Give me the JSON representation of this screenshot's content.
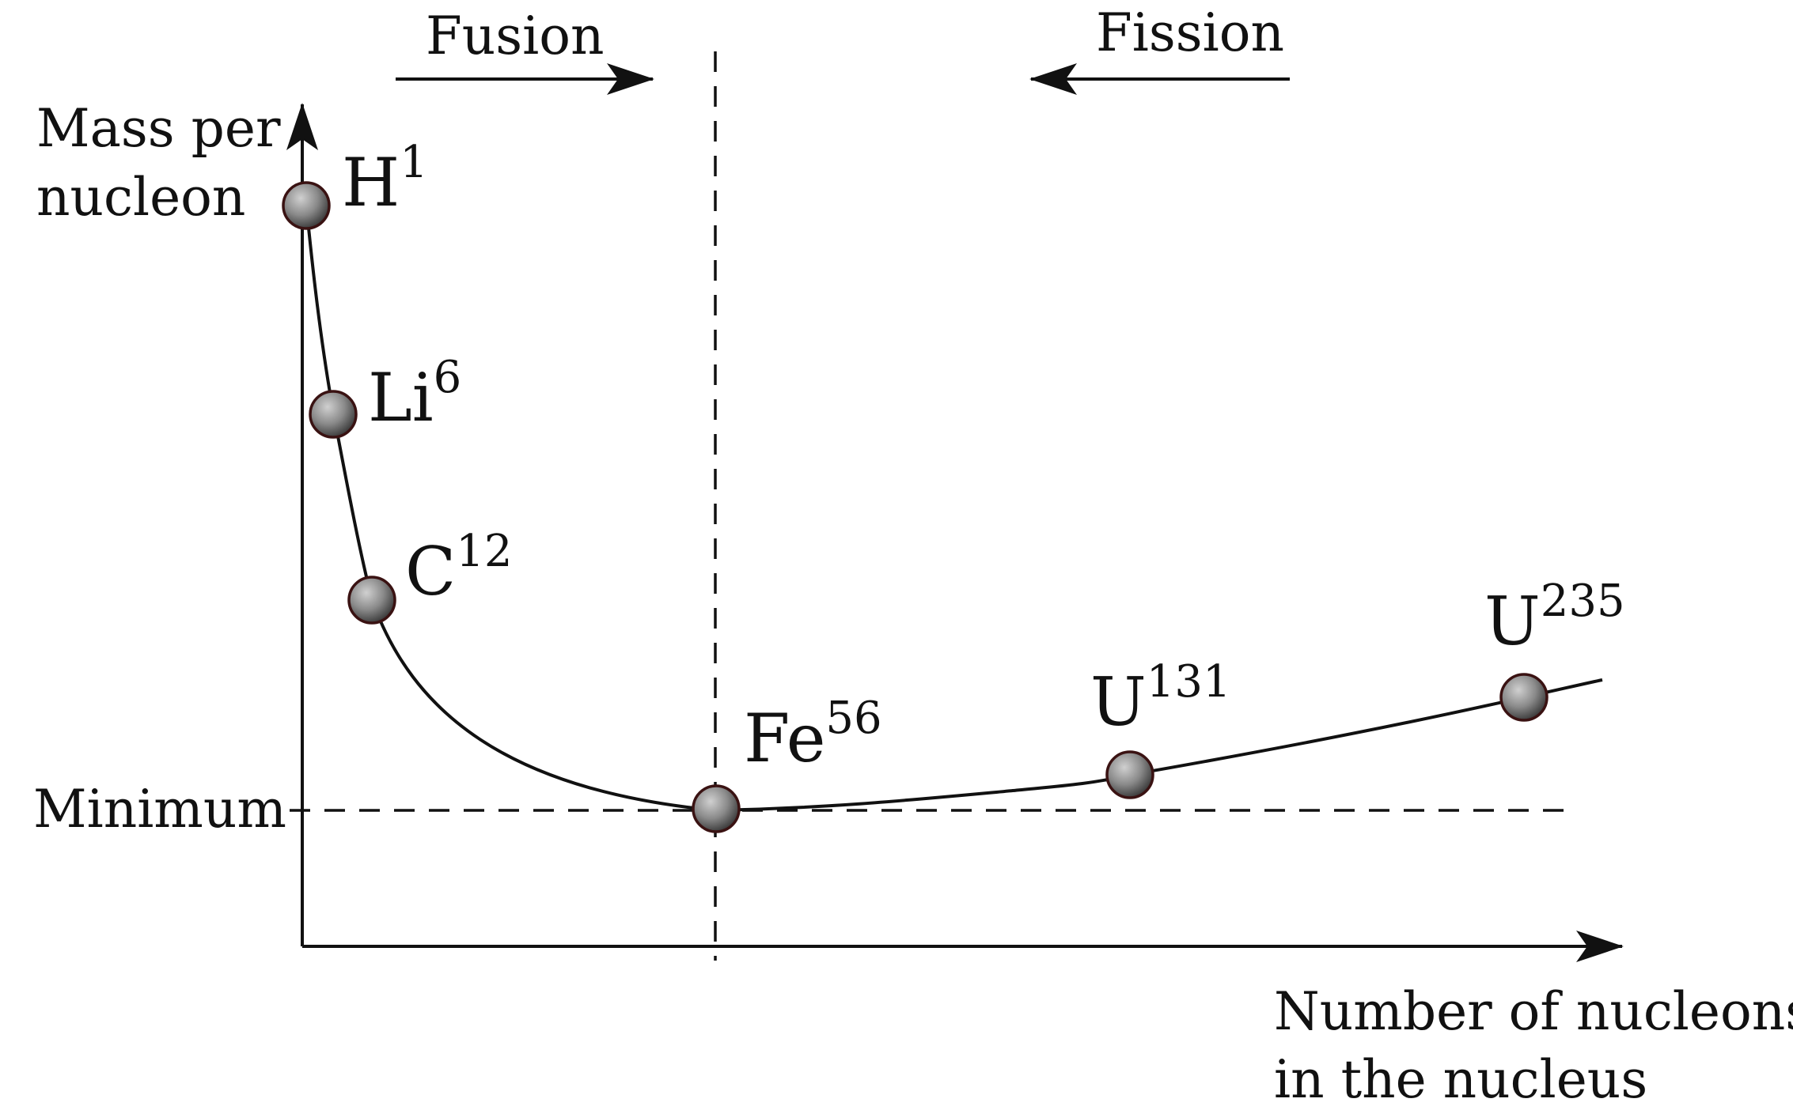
{
  "labels": {
    "fusion": "Fusion",
    "fission": "Fission",
    "y_axis_line1": "Mass per",
    "y_axis_line2": "nucleon",
    "minimum": "Minimum",
    "x_axis_line1": "Number of nucleons",
    "x_axis_line2": "in the nucleus"
  },
  "nuclides": [
    {
      "symbol": "H",
      "mass_number": "1"
    },
    {
      "symbol": "Li",
      "mass_number": "6"
    },
    {
      "symbol": "C",
      "mass_number": "12"
    },
    {
      "symbol": "Fe",
      "mass_number": "56"
    },
    {
      "symbol": "U",
      "mass_number": "131"
    },
    {
      "symbol": "U",
      "mass_number": "235"
    }
  ],
  "colors": {
    "ink": "#111111",
    "ball_light": "#d0d0d0",
    "ball_mid": "#8a8a8a",
    "ball_dark": "#3a3a3a",
    "ball_outline": "#3a1212"
  }
}
